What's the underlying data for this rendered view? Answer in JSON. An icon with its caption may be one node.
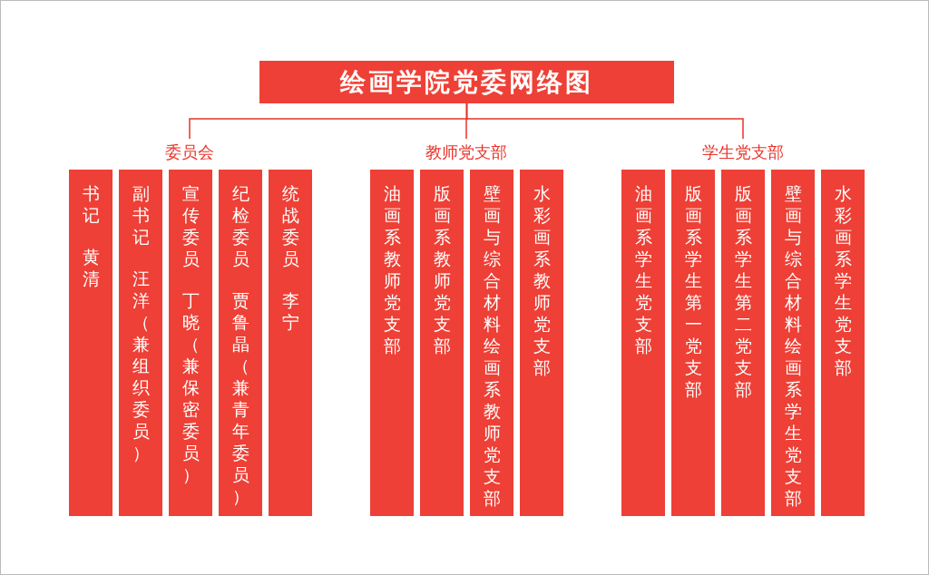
{
  "diagram": {
    "nodes": [
      {
        "text": [
          "绘画学院党委网络图"
        ]
      },
      {
        "text": [
          "委员会"
        ]
      },
      {
        "text": [
          "教师党支部"
        ]
      },
      {
        "text": [
          "学生党支部"
        ]
      },
      {
        "text": [
          "书记",
          "黄清"
        ]
      },
      {
        "text": [
          "副书记",
          "汪洋（兼组织委员）"
        ]
      },
      {
        "text": [
          "宣传委员",
          "丁晓（兼保密委员）"
        ]
      },
      {
        "text": [
          "纪检委员",
          "贾鲁晶（兼青年委员）"
        ]
      },
      {
        "text": [
          "统战委员",
          "李宁"
        ]
      },
      {
        "text": [
          "油画系教师党支部"
        ]
      },
      {
        "text": [
          "版画系教师党支部"
        ]
      },
      {
        "text": [
          "壁画与综合材料绘画系教师党支部"
        ]
      },
      {
        "text": [
          "水彩画系教师党支部"
        ]
      },
      {
        "text": [
          "油画系学生党支部"
        ]
      },
      {
        "text": [
          "版画系学生第一党支部"
        ]
      },
      {
        "text": [
          "版画系学生第二党支部"
        ]
      },
      {
        "text": [
          "壁画与综合材料绘画系学生党支部"
        ]
      },
      {
        "text": [
          "水彩画系学生党支部"
        ]
      }
    ],
    "edges": [
      {
        "from": 0,
        "to": 1,
        "arrow": "none"
      },
      {
        "from": 0,
        "to": 2,
        "arrow": "none"
      },
      {
        "from": 0,
        "to": 3,
        "arrow": "none"
      }
    ]
  }
}
